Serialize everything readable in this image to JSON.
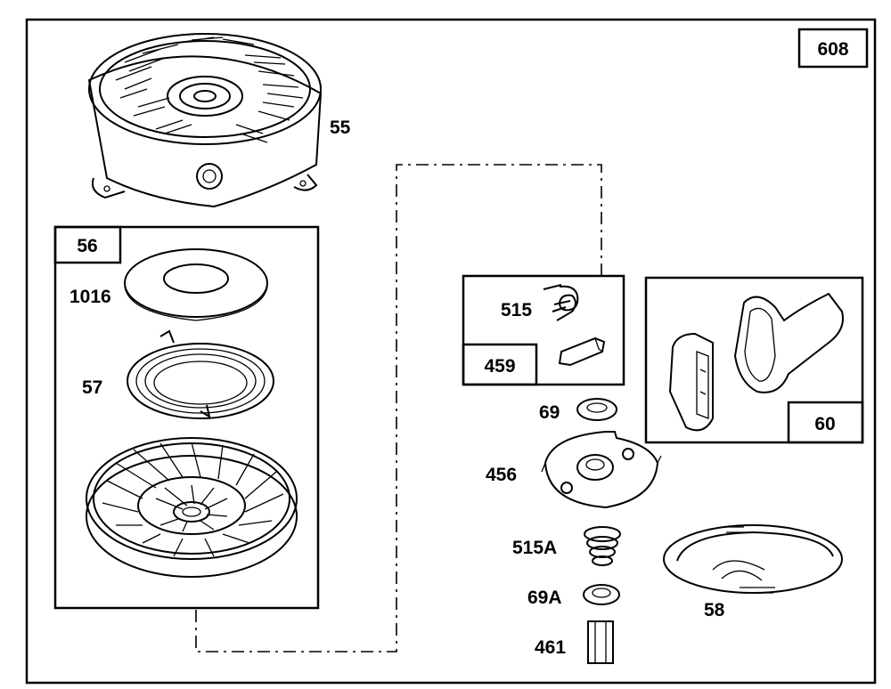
{
  "assembly_number": "608",
  "parts": {
    "housing": "55",
    "pulley_assembly": "56",
    "washer_top": "1016",
    "rewind_spring": "57",
    "spring": "515",
    "pawl": "459",
    "washer": "69",
    "retainer": "456",
    "spring_a": "515A",
    "washer_a": "69A",
    "pin": "461",
    "rope": "58",
    "handle": "60"
  }
}
